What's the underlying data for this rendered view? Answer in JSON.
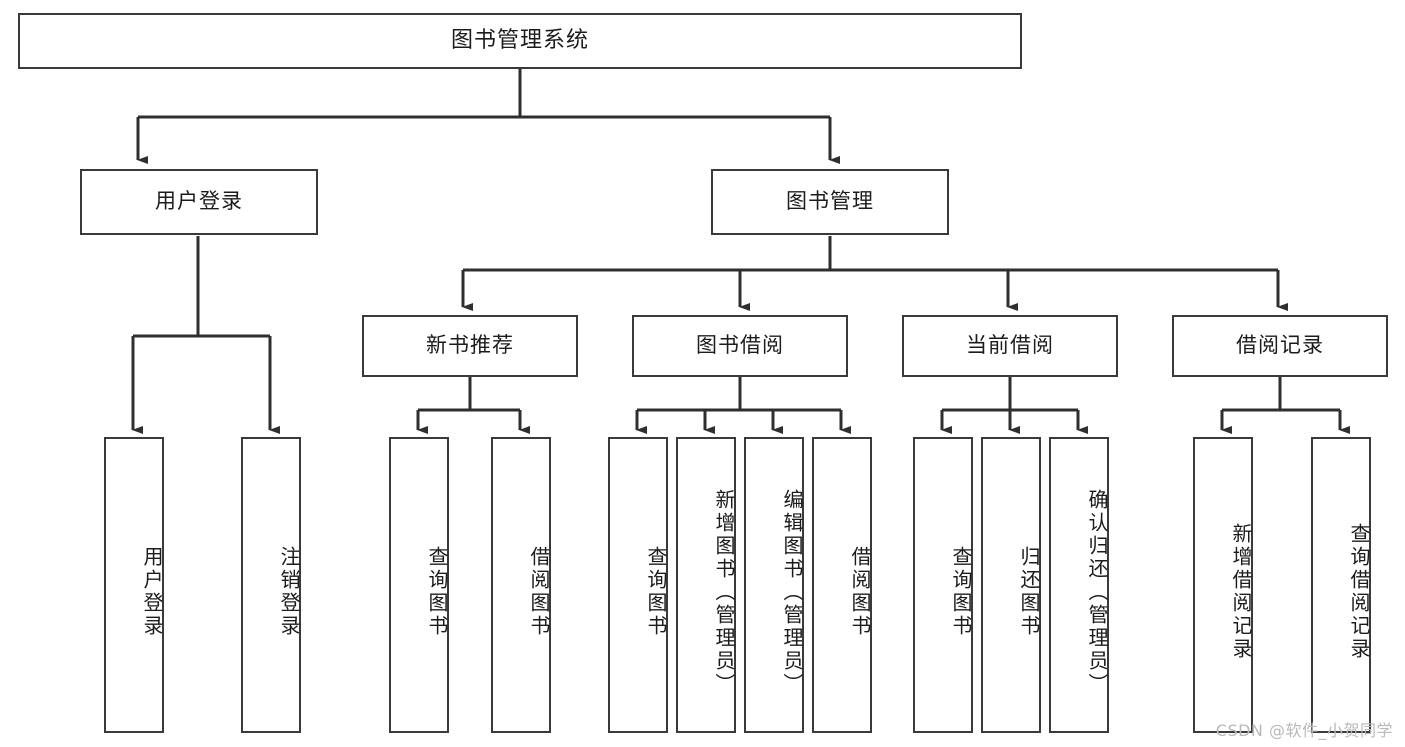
{
  "diagram": {
    "title": "图书管理系统",
    "type": "tree",
    "root": {
      "id": "root",
      "label": "图书管理系统"
    },
    "level2": [
      {
        "id": "user-login",
        "label": "用户登录"
      },
      {
        "id": "book-manage",
        "label": "图书管理"
      }
    ],
    "level3": [
      {
        "id": "new-book-recommend",
        "label": "新书推荐"
      },
      {
        "id": "book-borrow",
        "label": "图书借阅"
      },
      {
        "id": "current-borrow",
        "label": "当前借阅"
      },
      {
        "id": "borrow-record",
        "label": "借阅记录"
      }
    ],
    "leaves": {
      "user_login": [
        {
          "id": "leaf-user-login",
          "label": "用户登录"
        },
        {
          "id": "leaf-logout",
          "label": "注销登录"
        }
      ],
      "new_book_recommend": [
        {
          "id": "leaf-query-book-1",
          "label": "查询图书"
        },
        {
          "id": "leaf-borrow-book-1",
          "label": "借阅图书"
        }
      ],
      "book_borrow": [
        {
          "id": "leaf-query-book-2",
          "label": "查询图书"
        },
        {
          "id": "leaf-add-book",
          "label": "新增图书（管理员）"
        },
        {
          "id": "leaf-edit-book",
          "label": "编辑图书（管理员）"
        },
        {
          "id": "leaf-borrow-book-2",
          "label": "借阅图书"
        }
      ],
      "current_borrow": [
        {
          "id": "leaf-query-book-3",
          "label": "查询图书"
        },
        {
          "id": "leaf-return-book",
          "label": "归还图书"
        },
        {
          "id": "leaf-confirm-return",
          "label": "确认归还（管理员）"
        }
      ],
      "borrow_record": [
        {
          "id": "leaf-add-record",
          "label": "新增借阅记录"
        },
        {
          "id": "leaf-query-record",
          "label": "查询借阅记录"
        }
      ]
    }
  },
  "watermark": {
    "text": "CSDN @软件_小贺同学"
  },
  "colors": {
    "stroke": "#3a3a3a",
    "text": "#1c1c1c",
    "background": "#ffffff",
    "watermark": "#b9b9b9"
  }
}
